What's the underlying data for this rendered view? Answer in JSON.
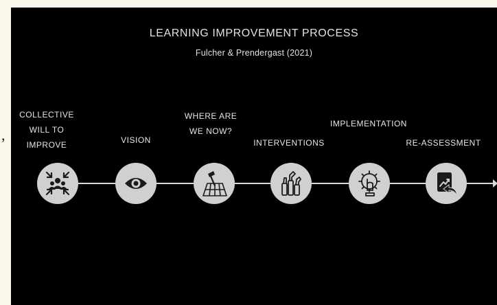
{
  "title": "LEARNING IMPROVEMENT PROCESS",
  "subtitle": "Fulcher & Prendergast (2021)",
  "stray_mark": ",",
  "steps": [
    {
      "label_lines": [
        "COLLECTIVE",
        "WILL TO",
        "IMPROVE"
      ],
      "icon": "group-arrows-inward-icon"
    },
    {
      "label_lines": [
        "VISION"
      ],
      "icon": "eye-icon"
    },
    {
      "label_lines": [
        "WHERE ARE",
        "WE NOW?"
      ],
      "icon": "map-pin-icon"
    },
    {
      "label_lines": [
        "INTERVENTIONS"
      ],
      "icon": "tools-icon"
    },
    {
      "label_lines": [
        "IMPLEMENTATION"
      ],
      "icon": "hand-gear-icon"
    },
    {
      "label_lines": [
        "RE-ASSESSMENT"
      ],
      "icon": "document-chart-return-icon"
    }
  ],
  "colors": {
    "background": "#000000",
    "page": "#fbf6ea",
    "node": "#d0d0d0",
    "text": "#e3e3e3",
    "icon_stroke": "#1a1a1a"
  }
}
